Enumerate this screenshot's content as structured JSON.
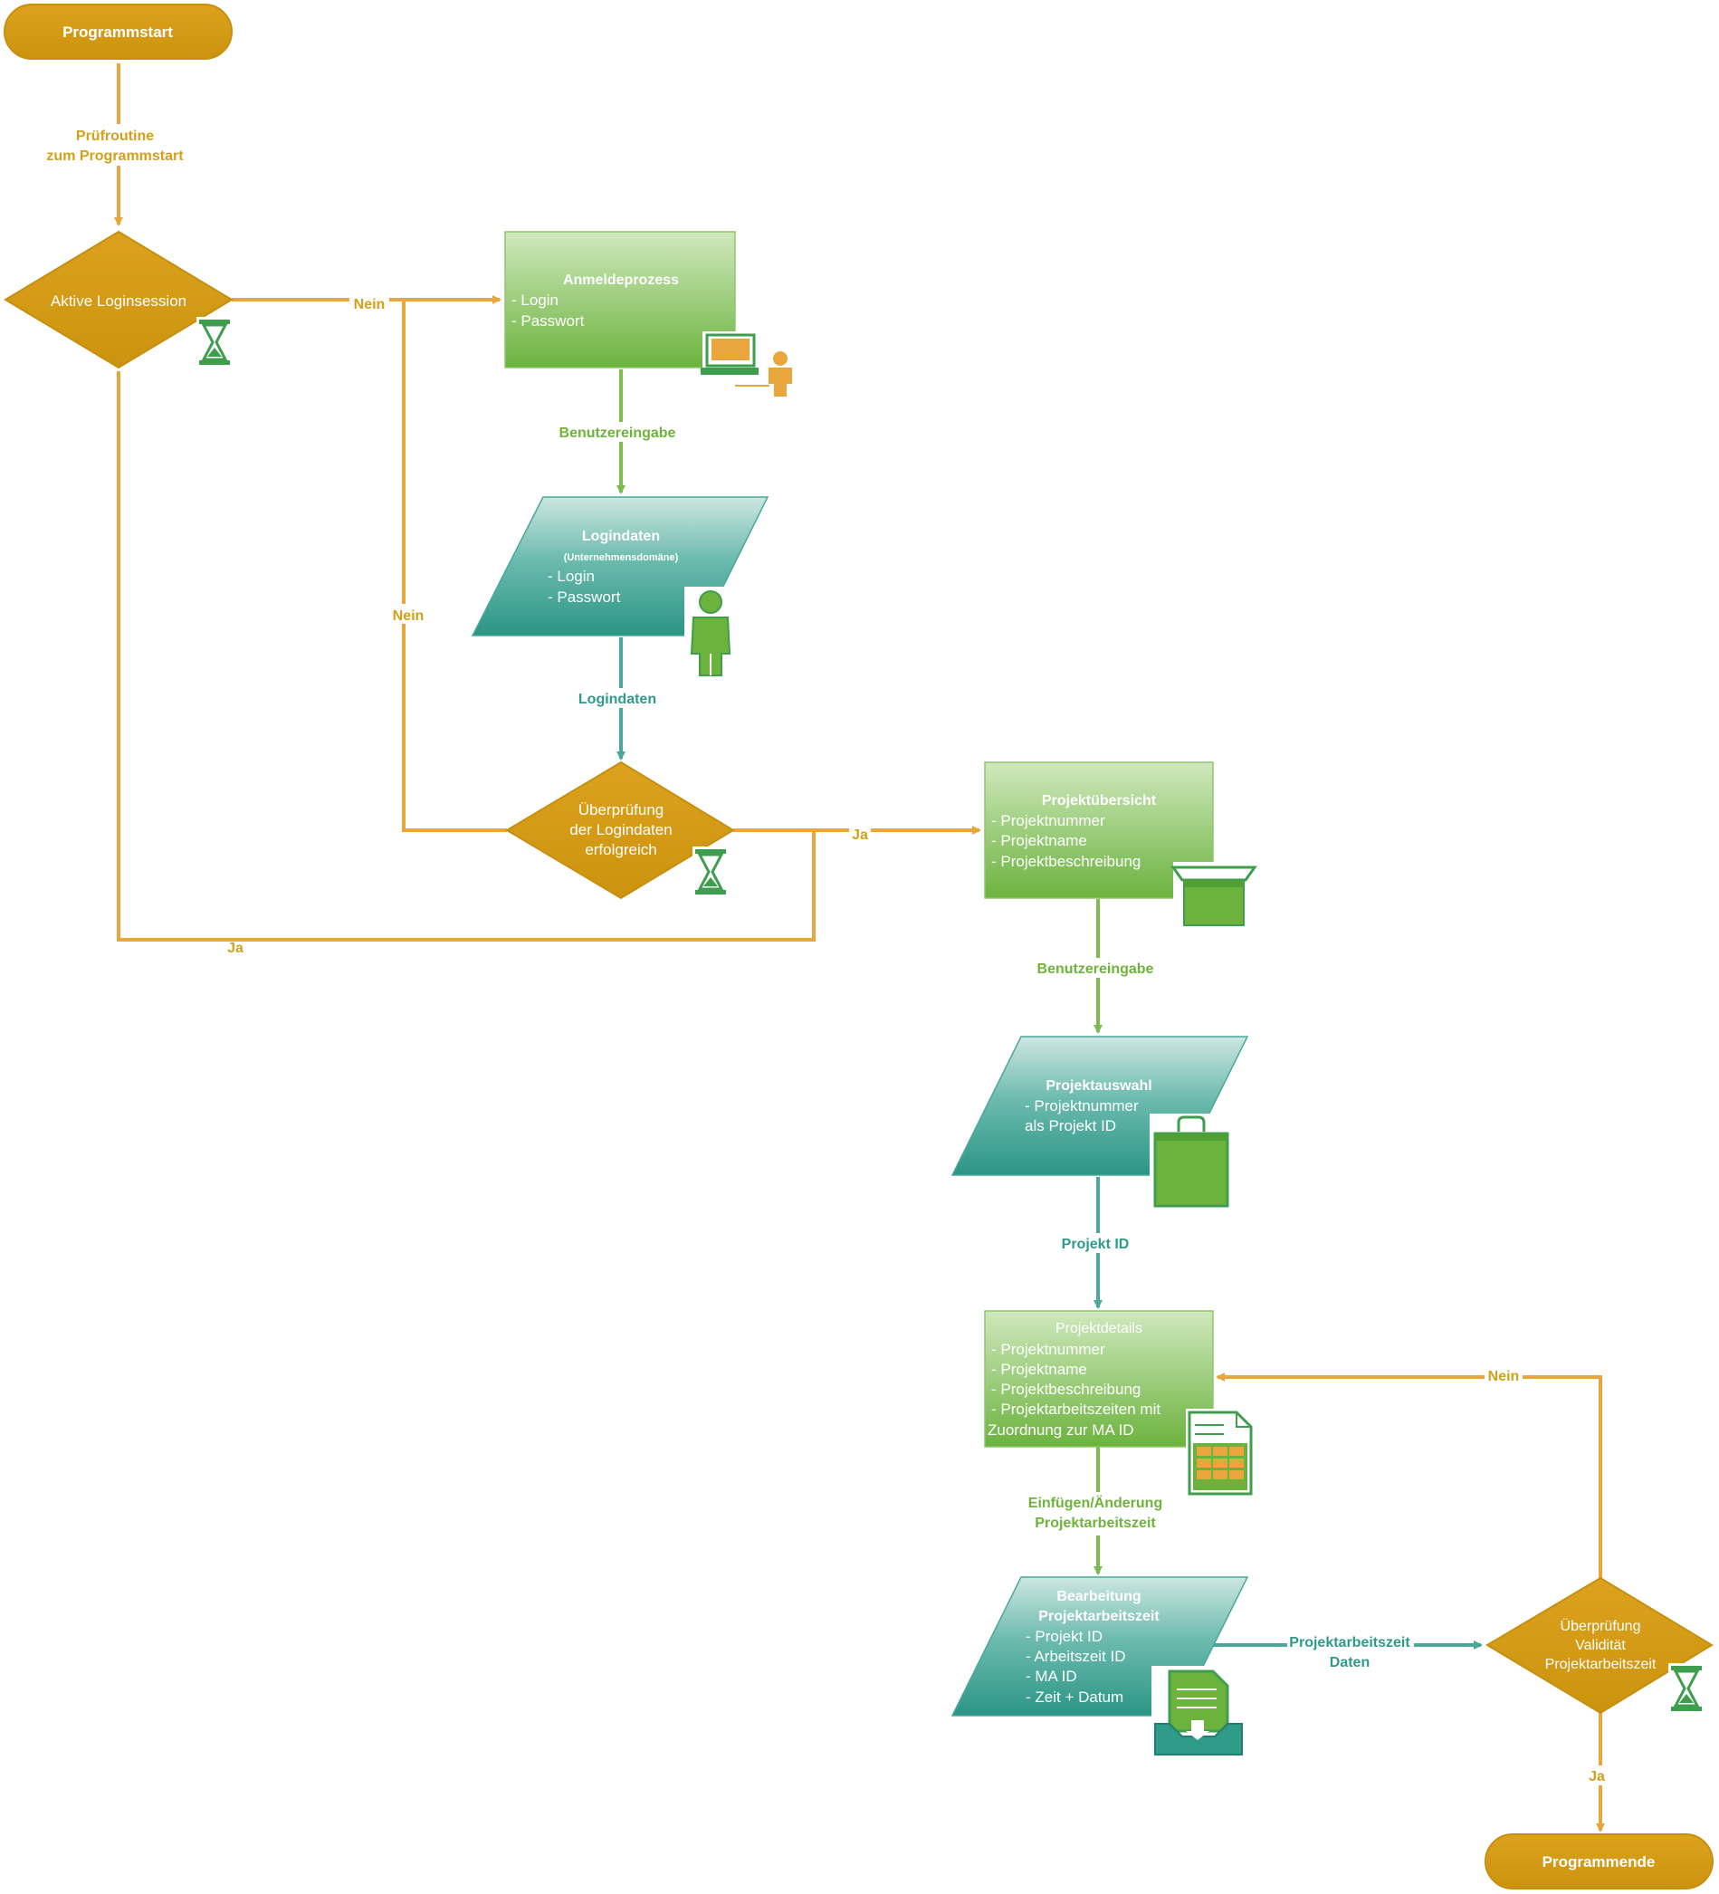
{
  "colors": {
    "orange": "#e8a63c",
    "gold_shape": "#d49a12",
    "green_top": "#c6e3b0",
    "green_bottom": "#6db33f",
    "teal_top": "#c8e4df",
    "teal_bottom": "#2e9a87",
    "teal_line": "#4aa89a",
    "green_line": "#7cbb50"
  },
  "terminals": {
    "start": "Programmstart",
    "end": "Programmende"
  },
  "decisions": {
    "login_session": [
      "Aktive Loginsession"
    ],
    "login_check": [
      "Überprüfung",
      "der Logindaten",
      "erfolgreich"
    ],
    "validity_check": [
      "Überprüfung",
      "Validität",
      "Projektarbeitszeit"
    ]
  },
  "processes": {
    "anmeldeprozess": {
      "title": "Anmeldeprozess",
      "lines": [
        "- Login",
        "- Passwort"
      ]
    },
    "projektuebersicht": {
      "title": "Projektübersicht",
      "lines": [
        "- Projektnummer",
        "- Projektname",
        "- Projektbeschreibung"
      ]
    },
    "projektdetails": {
      "title": "Projektdetails",
      "lines": [
        "- Projektnummer",
        "- Projektname",
        "- Projektbeschreibung",
        "- Projektarbeitszeiten mit",
        "Zuordnung zur MA ID"
      ]
    }
  },
  "io_shapes": {
    "logindaten": {
      "title": "Logindaten",
      "subtitle": "(Unternehmensdomäne)",
      "lines": [
        "- Login",
        "- Passwort"
      ]
    },
    "projektauswahl": {
      "title": "Projektauswahl",
      "lines": [
        "- Projektnummer",
        "als Projekt ID"
      ]
    },
    "bearbeitung": {
      "title_lines": [
        "Bearbeitung",
        "Projektarbeitszeit"
      ],
      "lines": [
        "- Projekt ID",
        "- Arbeitszeit ID",
        "- MA ID",
        "- Zeit + Datum"
      ]
    }
  },
  "edge_labels": {
    "pruefroutine": [
      "Prüfroutine",
      "zum Programmstart"
    ],
    "nein_1": "Nein",
    "nein_2": "Nein",
    "ja_1": "Ja",
    "ja_2": "Ja",
    "benutzereingabe_1": "Benutzereingabe",
    "logindaten": "Logindaten",
    "benutzereingabe_2": "Benutzereingabe",
    "projekt_id": "Projekt ID",
    "einfuegen": [
      "Einfügen/Änderung",
      "Projektarbeitszeit"
    ],
    "projektarbeitszeit_daten": [
      "Projektarbeitszeit",
      "Daten"
    ],
    "nein_3": "Nein",
    "ja_3": "Ja"
  },
  "icons": [
    "hourglass-icon",
    "computer-user-icon",
    "person-icon",
    "open-box-icon",
    "shopping-bag-icon",
    "spreadsheet-icon",
    "document-tray-icon"
  ]
}
